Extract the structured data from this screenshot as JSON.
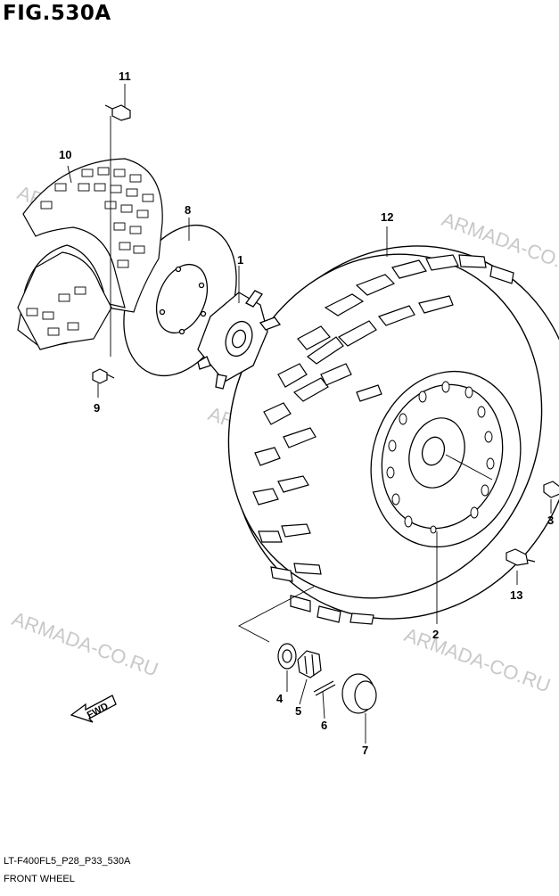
{
  "figure": {
    "title": "FIG.530A"
  },
  "footer": {
    "code": "LT-F400FL5_P28_P33_530A",
    "name": "FRONT WHEEL"
  },
  "watermark": "ARMADA-CO.RU",
  "fwd_label": "FWD",
  "callouts": [
    "1",
    "2",
    "3",
    "4",
    "5",
    "6",
    "7",
    "8",
    "9",
    "10",
    "11",
    "12",
    "13"
  ]
}
